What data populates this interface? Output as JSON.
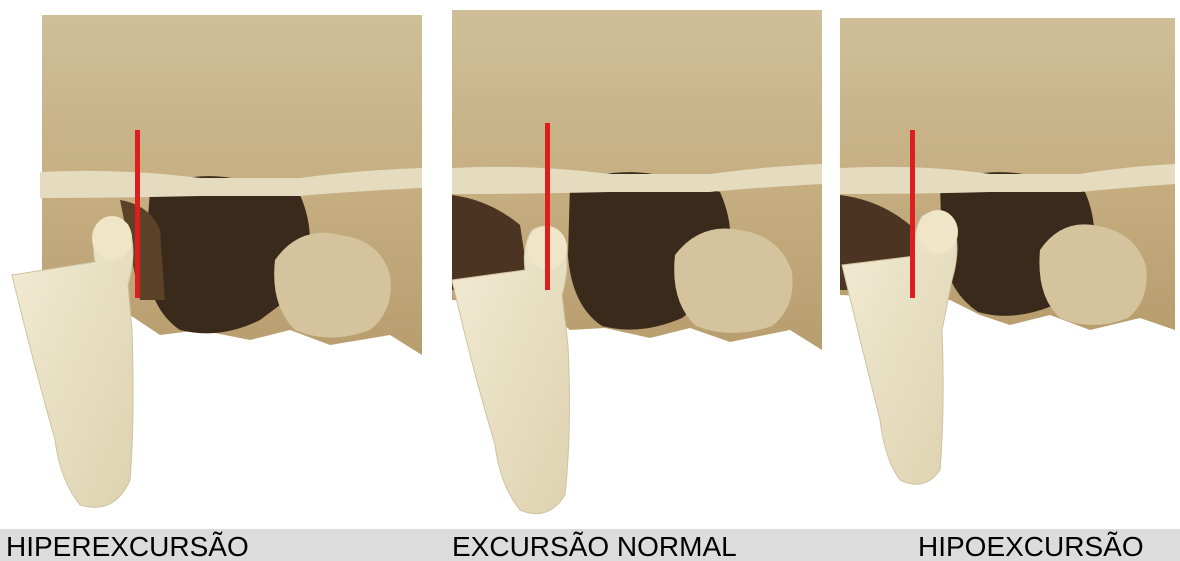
{
  "captions": {
    "left": "HIPEREXCURSÃO",
    "center": "EXCURSÃO NORMAL",
    "right": "HIPOEXCURSÃO"
  },
  "colors": {
    "marker_line": "#dc1e1e",
    "caption_bar": "#dcdcdc",
    "bone": "#e9e2c6",
    "skull": "#c8b58e",
    "shadow": "#3a2a1c"
  },
  "panels": [
    {
      "name": "hiperexcursion",
      "condyle_position": "anterior to line"
    },
    {
      "name": "normal-excursion",
      "condyle_position": "at line"
    },
    {
      "name": "hipoexcursion",
      "condyle_position": "posterior to line"
    }
  ]
}
